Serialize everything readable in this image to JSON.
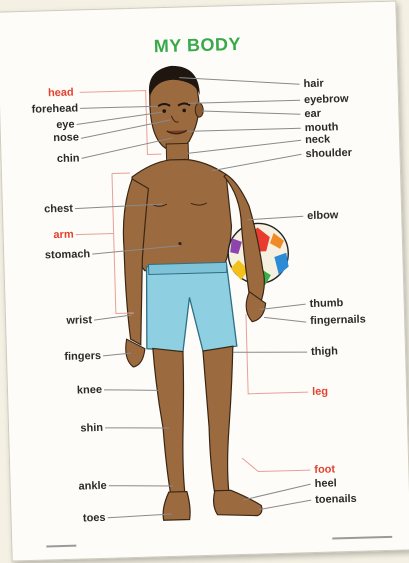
{
  "title": "MY BODY",
  "colors": {
    "title": "#39a94a",
    "highlight": "#e2432f",
    "label": "#2b2b2b",
    "skin": "#9c6a3f",
    "shorts": "#8ecfe2"
  },
  "labels_left": {
    "head": "head",
    "forehead": "forehead",
    "eye": "eye",
    "nose": "nose",
    "chin": "chin",
    "chest": "chest",
    "arm": "arm",
    "stomach": "stomach",
    "wrist": "wrist",
    "fingers": "fingers",
    "knee": "knee",
    "shin": "shin",
    "ankle": "ankle",
    "toes": "toes"
  },
  "labels_right": {
    "hair": "hair",
    "eyebrow": "eyebrow",
    "ear": "ear",
    "mouth": "mouth",
    "neck": "neck",
    "shoulder": "shoulder",
    "elbow": "elbow",
    "thumb": "thumb",
    "fingernails": "fingernails",
    "thigh": "thigh",
    "leg": "leg",
    "foot": "foot",
    "heel": "heel",
    "toenails": "toenails"
  }
}
